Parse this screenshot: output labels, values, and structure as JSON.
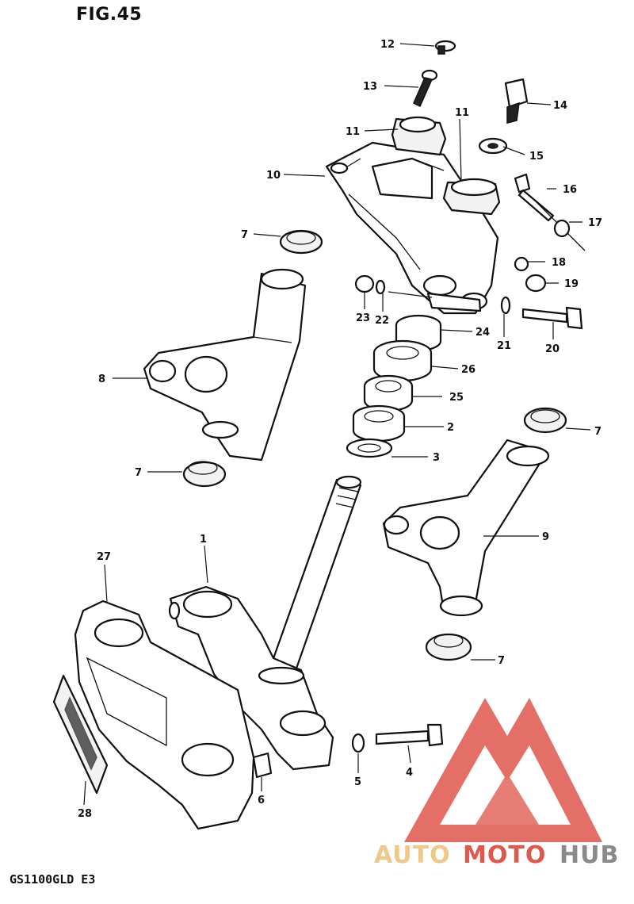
{
  "figure_title": "FIG.45",
  "model_code": "GS1100GLD E3",
  "watermark": {
    "part1": "AUTO",
    "part2": "MOTO",
    "part3": "HUB",
    "color_auto": "#f0c98a",
    "color_moto": "#e0574d",
    "color_hub": "#8a8a8a"
  },
  "callouts": {
    "c1": "1",
    "c2": "2",
    "c3": "3",
    "c4": "4",
    "c5": "5",
    "c6": "6",
    "c7a": "7",
    "c7b": "7",
    "c7c": "7",
    "c7d": "7",
    "c8": "8",
    "c9": "9",
    "c10": "10",
    "c11a": "11",
    "c11b": "11",
    "c12": "12",
    "c13": "13",
    "c14": "14",
    "c15": "15",
    "c16": "16",
    "c17": "17",
    "c18": "18",
    "c19": "19",
    "c20": "20",
    "c21": "21",
    "c22": "22",
    "c23": "23",
    "c24": "24",
    "c25": "25",
    "c26": "26",
    "c27": "27",
    "c28": "28"
  }
}
